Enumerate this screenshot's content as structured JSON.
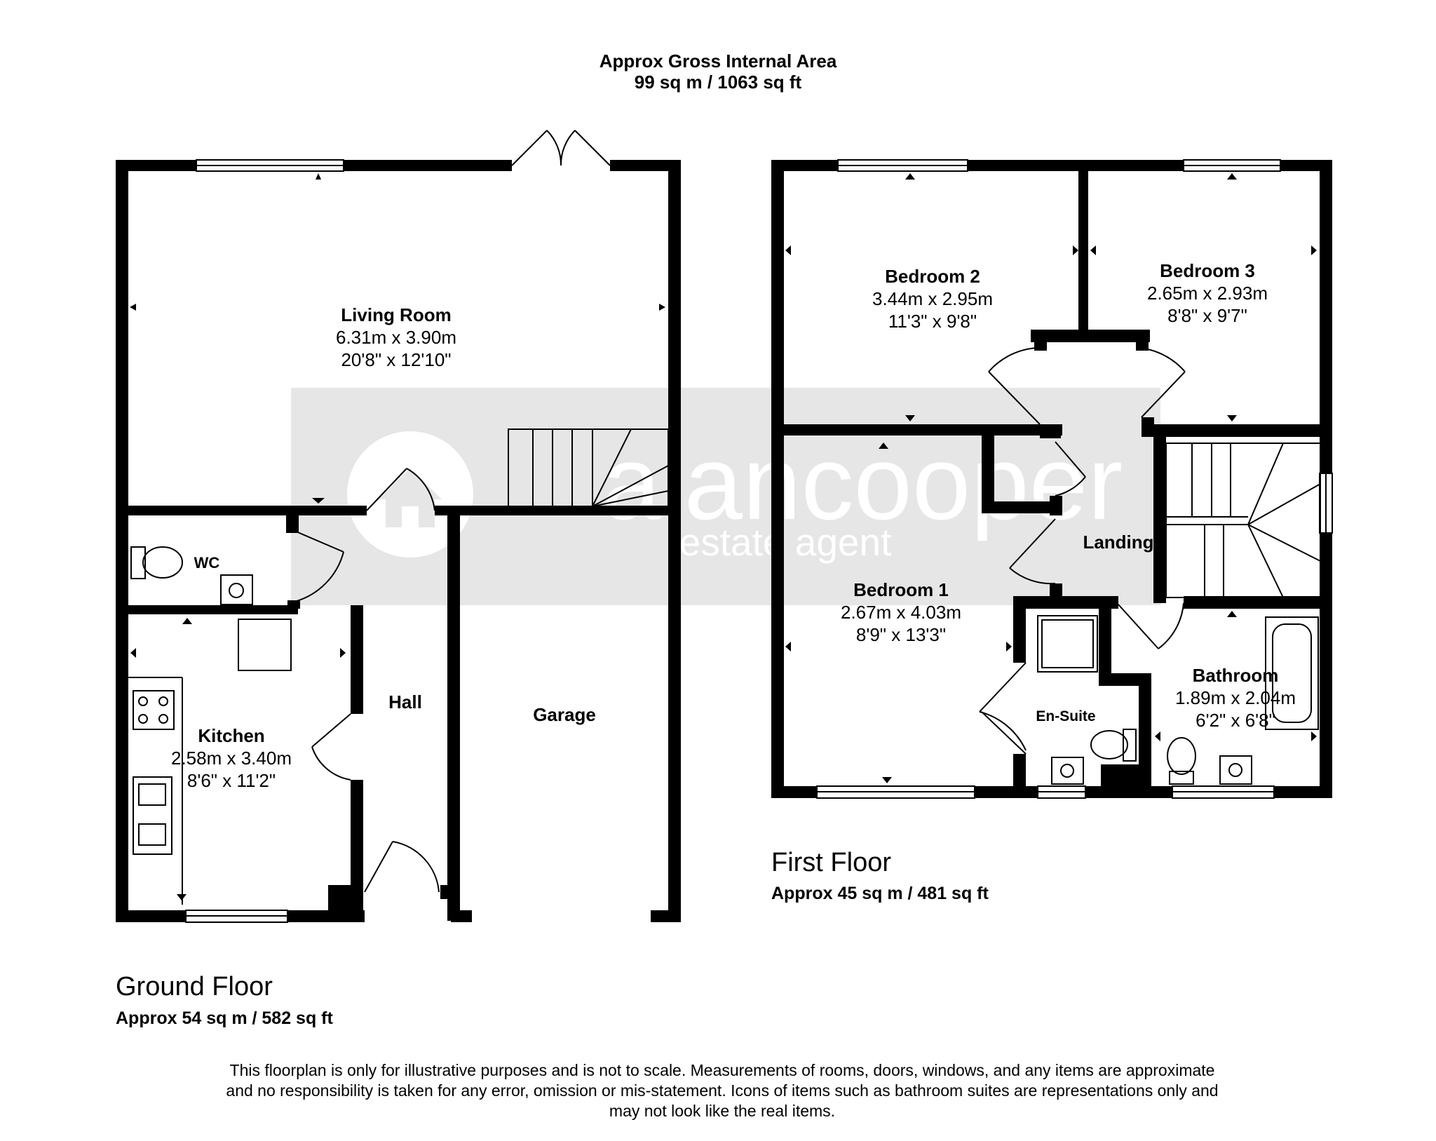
{
  "header": {
    "line1": "Approx Gross Internal Area",
    "line2": "99 sq m / 1063 sq ft"
  },
  "watermark": {
    "brand": "alancooper",
    "tagline": "estate agent"
  },
  "ground_floor": {
    "title": "Ground Floor",
    "area": "Approx 54 sq m / 582 sq ft",
    "rooms": {
      "living_room": {
        "name": "Living Room",
        "metric": "6.31m x 3.90m",
        "imperial": "20'8\" x 12'10\""
      },
      "wc": {
        "name": "WC"
      },
      "kitchen": {
        "name": "Kitchen",
        "metric": "2.58m x 3.40m",
        "imperial": "8'6\" x 11'2\""
      },
      "hall": {
        "name": "Hall"
      },
      "garage": {
        "name": "Garage"
      }
    }
  },
  "first_floor": {
    "title": "First Floor",
    "area": "Approx 45 sq m / 481 sq ft",
    "rooms": {
      "bedroom2": {
        "name": "Bedroom 2",
        "metric": "3.44m x 2.95m",
        "imperial": "11'3\" x 9'8\""
      },
      "bedroom3": {
        "name": "Bedroom 3",
        "metric": "2.65m x 2.93m",
        "imperial": "8'8\" x 9'7\""
      },
      "bedroom1": {
        "name": "Bedroom 1",
        "metric": "2.67m x 4.03m",
        "imperial": "8'9\" x 13'3\""
      },
      "landing": {
        "name": "Landing"
      },
      "en_suite": {
        "name": "En-Suite"
      },
      "bathroom": {
        "name": "Bathroom",
        "metric": "1.89m x 2.04m",
        "imperial": "6'2\" x 6'8\""
      }
    }
  },
  "disclaimer": {
    "line1": "This floorplan is only for illustrative purposes and is not to scale. Measurements of rooms, doors, windows, and any items are approximate",
    "line2": "and no responsibility is taken for any error, omission or mis-statement. Icons of items such as bathroom suites are representations only and",
    "line3": "may not look like the real items."
  },
  "colors": {
    "wall": "#000000",
    "watermark_band": "#e6e6e6",
    "watermark_text": "#ffffff",
    "background": "#ffffff"
  }
}
